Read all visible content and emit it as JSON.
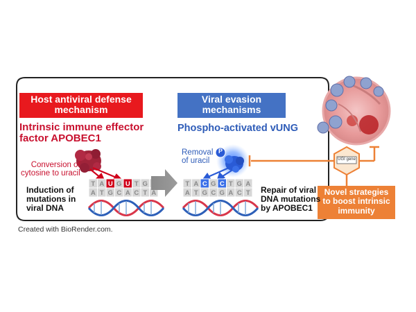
{
  "host_panel": {
    "header_line1": "Host antiviral defense",
    "header_line2": "mechanism",
    "title_line1": "Intrinsic immune effector",
    "title_line2": "factor APOBEC1",
    "conversion_line1": "Conversion of",
    "conversion_line2": "cytosine to uracil",
    "induction_line1": "Induction of",
    "induction_line2": "mutations in",
    "induction_line3": "viral DNA",
    "dna_top": [
      "T",
      "A",
      "U",
      "G",
      "U",
      "T",
      "G",
      "A"
    ],
    "dna_bottom": [
      "A",
      "T",
      "G",
      "C",
      "A",
      "C",
      "T",
      "A"
    ]
  },
  "evasion_panel": {
    "header_line1": "Viral evasion",
    "header_line2": "mechanisms",
    "title": "Phospho-activated vUNG",
    "removal_line1": "Removal",
    "removal_line2": "of uracil",
    "phospho_label": "P",
    "repair_line1": "Repair of viral",
    "repair_line2": "DNA mutations",
    "repair_line3": "by APOBEC1",
    "dna_top": [
      "T",
      "A",
      "C",
      "G",
      "C",
      "T",
      "G",
      "A"
    ],
    "dna_bottom": [
      "A",
      "T",
      "G",
      "C",
      "G",
      "A",
      "C",
      "T"
    ]
  },
  "strategy": {
    "gene_label": "UGI gene",
    "line1": "Novel strategies",
    "line2": "to boost intrinsic",
    "line3": "immunity"
  },
  "caption": "Created with BioRender.com.",
  "colors": {
    "host_red": "#e8191e",
    "host_text_red": "#c8102e",
    "viral_blue": "#4472c4",
    "viral_text_blue": "#2e5cb8",
    "strategy_orange": "#ed8136",
    "uracil_red": "#d0021b",
    "panel_border": "#222222"
  }
}
